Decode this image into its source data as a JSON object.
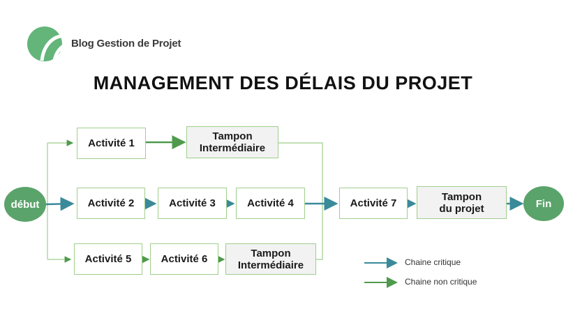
{
  "brand": {
    "name": "Blog Gestion de Projet"
  },
  "title": "MANAGEMENT DES DÉLAIS DU PROJET",
  "nodes": {
    "start": "début",
    "end": "Fin",
    "a1": "Activité 1",
    "a2": "Activité 2",
    "a3": "Activité 3",
    "a4": "Activité 4",
    "a5": "Activité 5",
    "a6": "Activité 6",
    "a7": "Activité 7",
    "buf_top_l1": "Tampon",
    "buf_top_l2": "Intermédiaire",
    "buf_bot_l1": "Tampon",
    "buf_bot_l2": "Intermédiaire",
    "buf_proj_l1": "Tampon",
    "buf_proj_l2": "du projet"
  },
  "legend": {
    "critical": "Chaine critique",
    "non_critical": "Chaine non critique"
  },
  "colors": {
    "critical": "#3a8a9a",
    "non_critical": "#4f9a4c",
    "box_border": "#9fcf8c",
    "circle": "#5aa36a"
  }
}
